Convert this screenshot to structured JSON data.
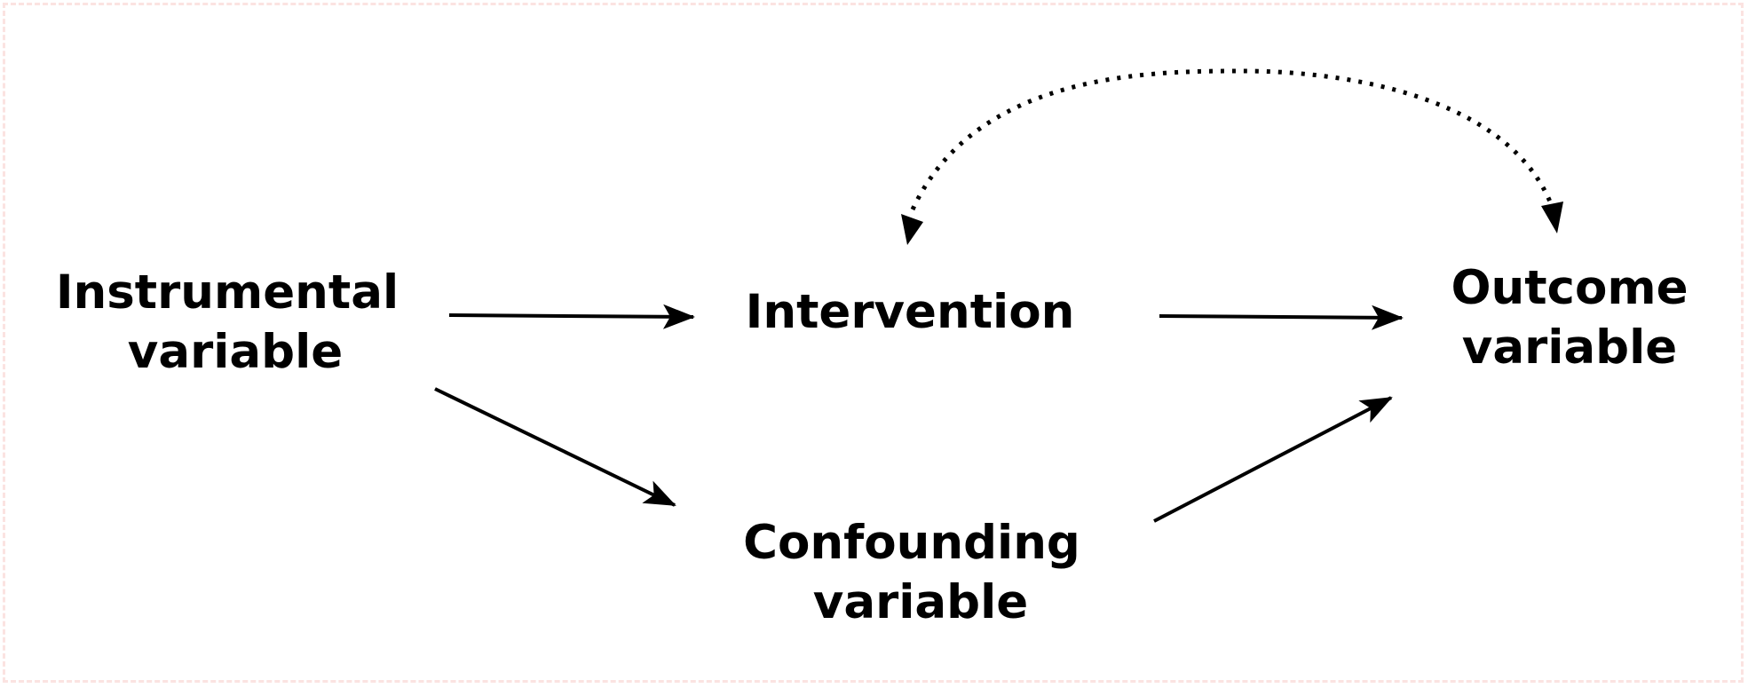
{
  "nodes": {
    "instrumental": {
      "line1": "Instrumental",
      "line2": "variable"
    },
    "intervention": {
      "line1": "Intervention"
    },
    "outcome": {
      "line1": "Outcome",
      "line2": "variable"
    },
    "confounding": {
      "line1": "Confounding",
      "line2": "variable"
    }
  },
  "colors": {
    "ink": "#000000",
    "frame": "#fbe3e1",
    "background": "#ffffff"
  }
}
